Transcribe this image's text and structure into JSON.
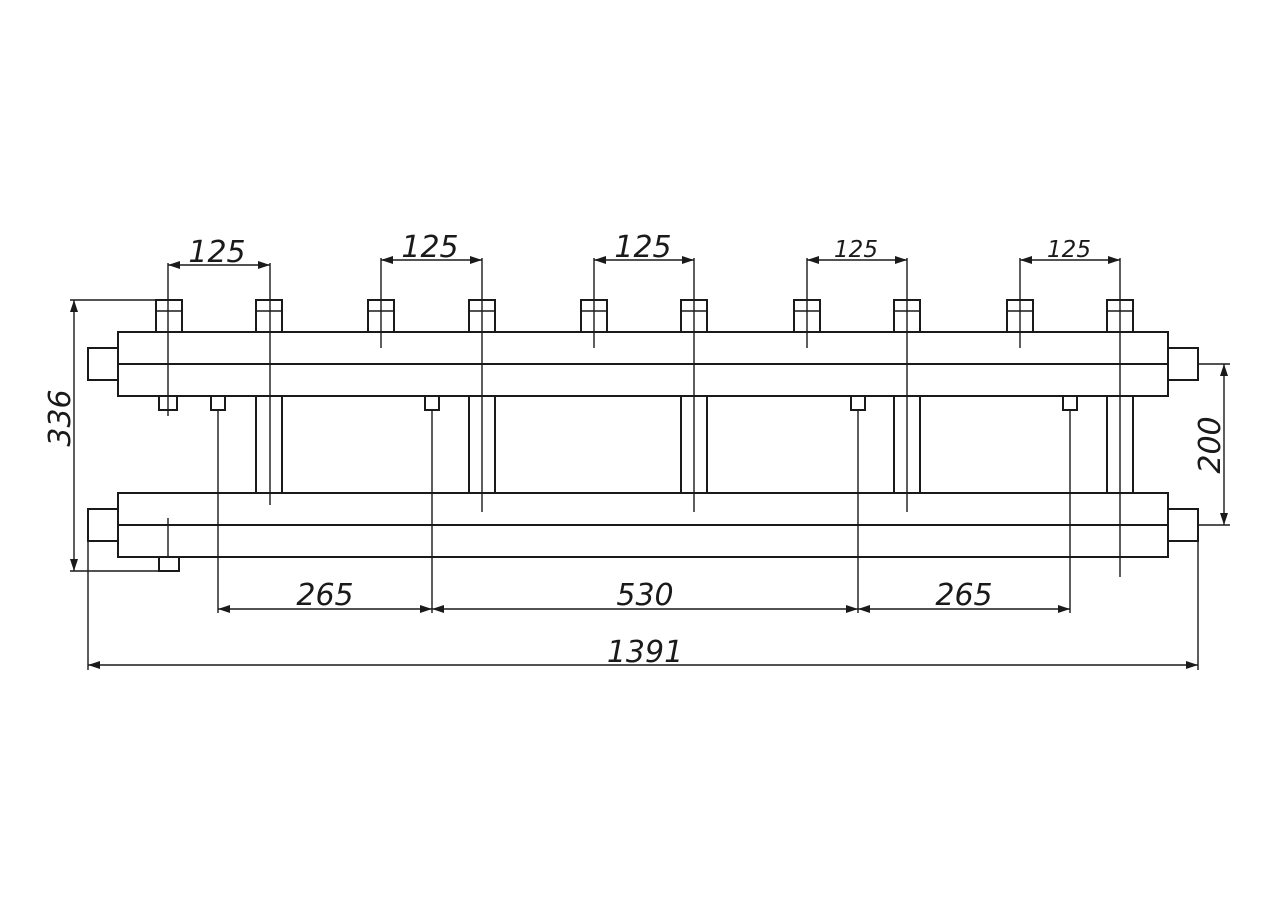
{
  "dimensions": {
    "pitch_1": "125",
    "pitch_2": "125",
    "pitch_3": "125",
    "pitch_4": "125",
    "pitch_5": "125",
    "overall_height": "336",
    "header_spacing": "200",
    "bottom_left": "265",
    "bottom_center": "530",
    "bottom_right": "265",
    "overall_length": "1391"
  }
}
